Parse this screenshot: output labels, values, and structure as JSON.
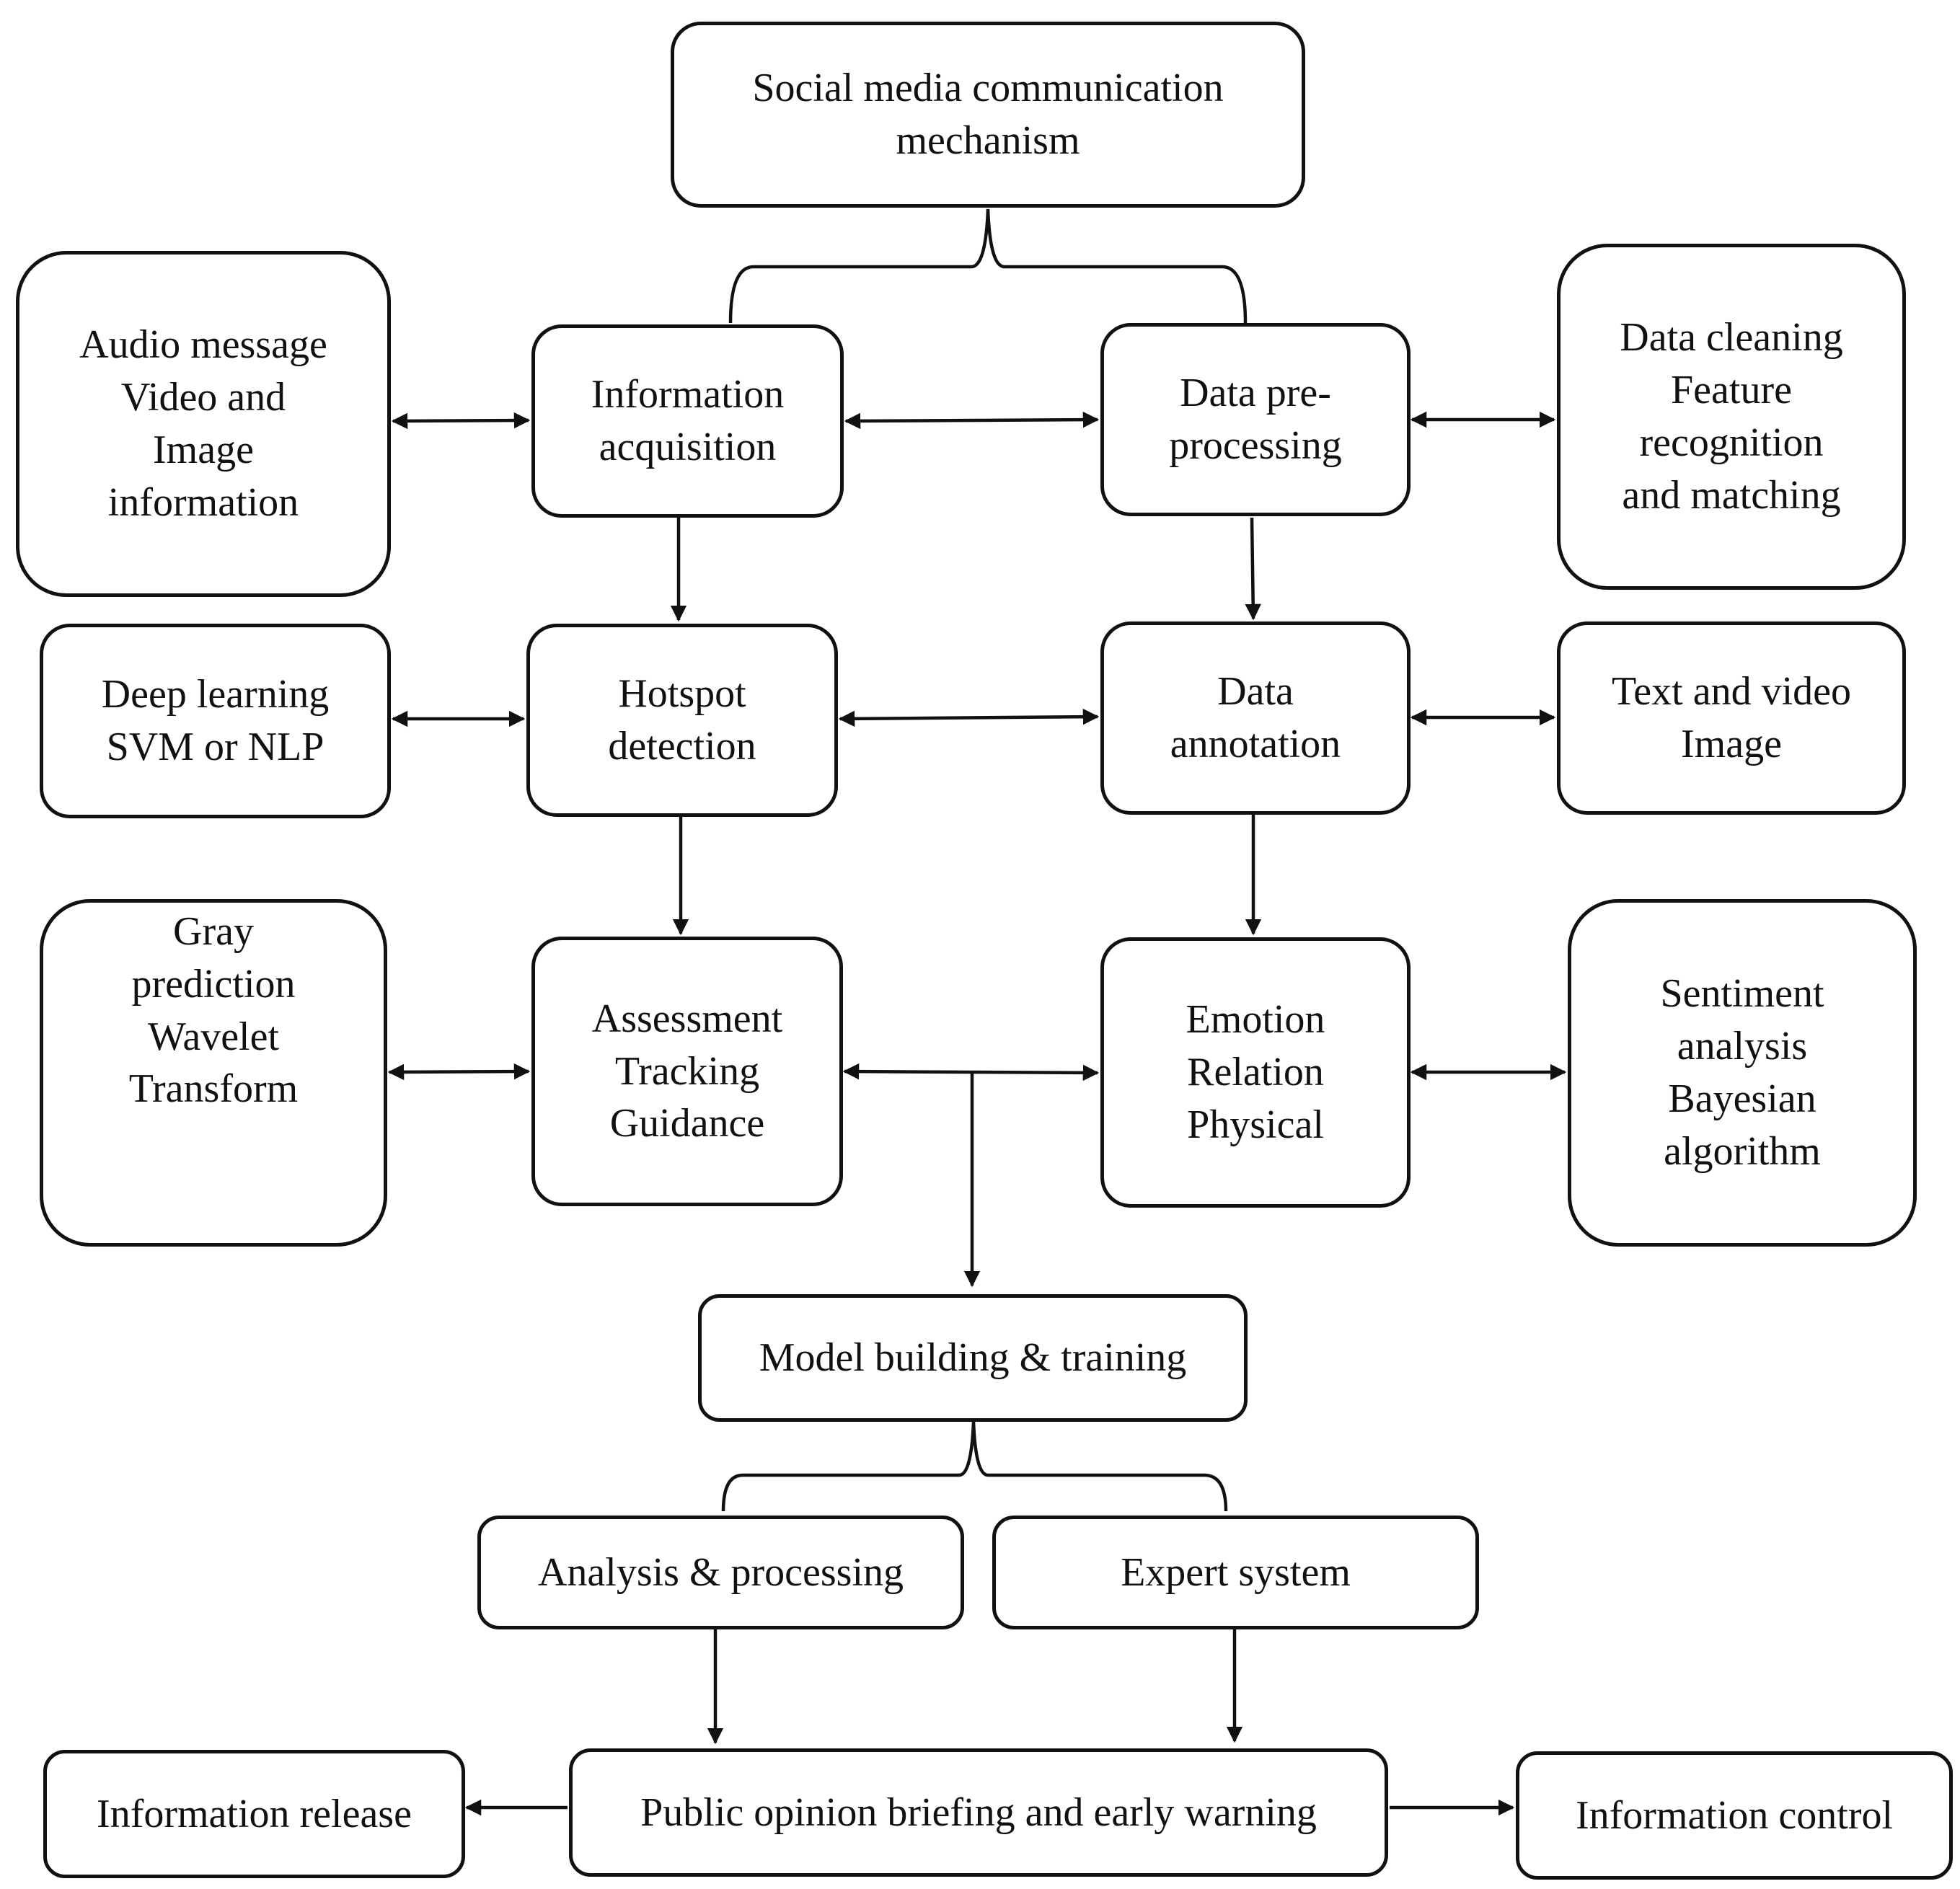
{
  "nodes": {
    "root": [
      "Social media  communication",
      "mechanism"
    ],
    "audio": [
      "Audio message",
      "Video and",
      "Image",
      "information"
    ],
    "info_acq": [
      "Information",
      "acquisition"
    ],
    "data_pre": [
      "Data pre-",
      "processing"
    ],
    "cleaning": [
      "Data cleaning",
      "Feature",
      "recognition",
      "and matching"
    ],
    "deep": [
      "Deep learning",
      "SVM or NLP"
    ],
    "hotspot": [
      "Hotspot",
      "detection"
    ],
    "annotation": [
      "Data",
      "annotation"
    ],
    "textvideo": [
      "Text and video",
      "Image"
    ],
    "gray": [
      "Gray",
      "prediction",
      "Wavelet",
      "Transform"
    ],
    "assessment": [
      "Assessment",
      "Tracking",
      "Guidance"
    ],
    "emotion": [
      "Emotion",
      "Relation",
      "Physical"
    ],
    "sentiment": [
      "Sentiment",
      "analysis",
      "Bayesian",
      "algorithm"
    ],
    "model": [
      "Model building & training"
    ],
    "analysis": [
      "Analysis & processing"
    ],
    "expert": [
      "Expert system"
    ],
    "briefing": [
      "Public opinion briefing and early warning"
    ],
    "release": [
      "Information release"
    ],
    "control": [
      "Information control"
    ]
  }
}
